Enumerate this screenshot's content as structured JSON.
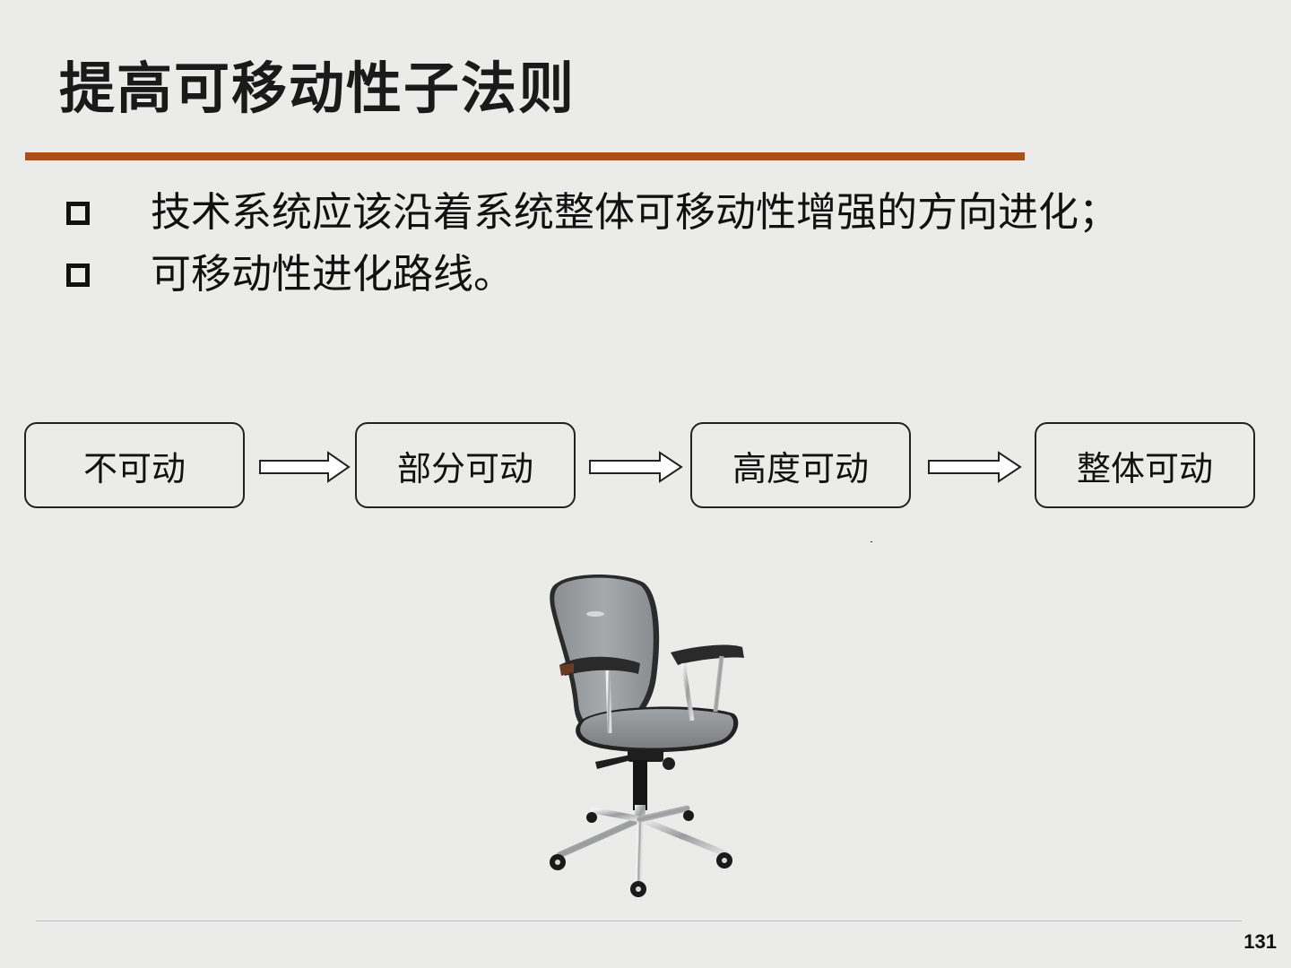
{
  "slide": {
    "title": "提高可移动性子法则",
    "accent_color": "#a94f1c",
    "page_number": "131"
  },
  "bullets": [
    {
      "text": "技术系统应该沿着系统整体可移动性增强的方向进化；"
    },
    {
      "text": "可移动性进化路线。"
    }
  ],
  "flow": {
    "steps": [
      {
        "label": "不可动"
      },
      {
        "label": "部分可动"
      },
      {
        "label": "高度可动"
      },
      {
        "label": "整体可动"
      }
    ],
    "arrow_icon": "right-arrow-icon"
  },
  "image": {
    "subject": "swivel office chair with armrests and five-caster base"
  }
}
